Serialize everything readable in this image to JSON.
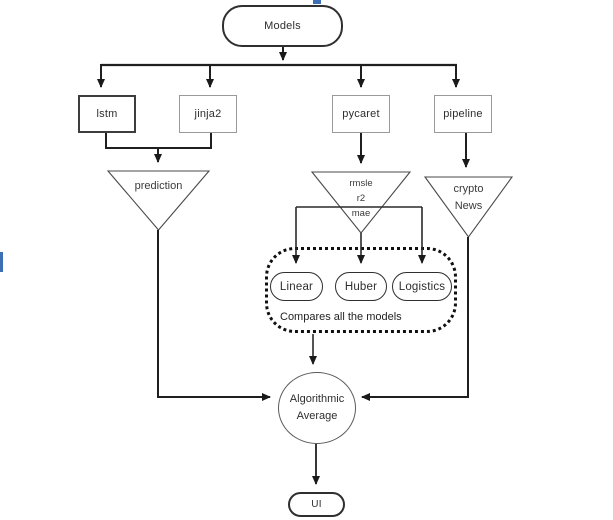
{
  "diagram": {
    "nodes": {
      "models": {
        "label": "Models"
      },
      "lstm": {
        "label": "lstm"
      },
      "jinja2": {
        "label": "jinja2"
      },
      "pycaret": {
        "label": "pycaret"
      },
      "pipeline": {
        "label": "pipeline"
      },
      "prediction": {
        "label": "prediction"
      },
      "metrics": {
        "line1": "rmsle",
        "line2": "r2",
        "line3": "mae"
      },
      "crypto_news": {
        "line1": "crypto",
        "line2": "News"
      },
      "linear": {
        "label": "Linear"
      },
      "huber": {
        "label": "Huber"
      },
      "logistics": {
        "label": "Logistics"
      },
      "compare_group": {
        "caption": "Compares all the models"
      },
      "algorithmic_average": {
        "line1": "Algorithmic",
        "line2": "Average"
      },
      "ui": {
        "label": "UI"
      }
    },
    "colors": {
      "background": "#ffffff",
      "connector_line": "#1f1f1f",
      "shape_border_dark": "#3d3d3d",
      "shape_border_light": "#9a9a9a",
      "dotted_border": "#101010",
      "text": "#2e2e2e",
      "artifact_blue": "#3d6fb5"
    }
  }
}
